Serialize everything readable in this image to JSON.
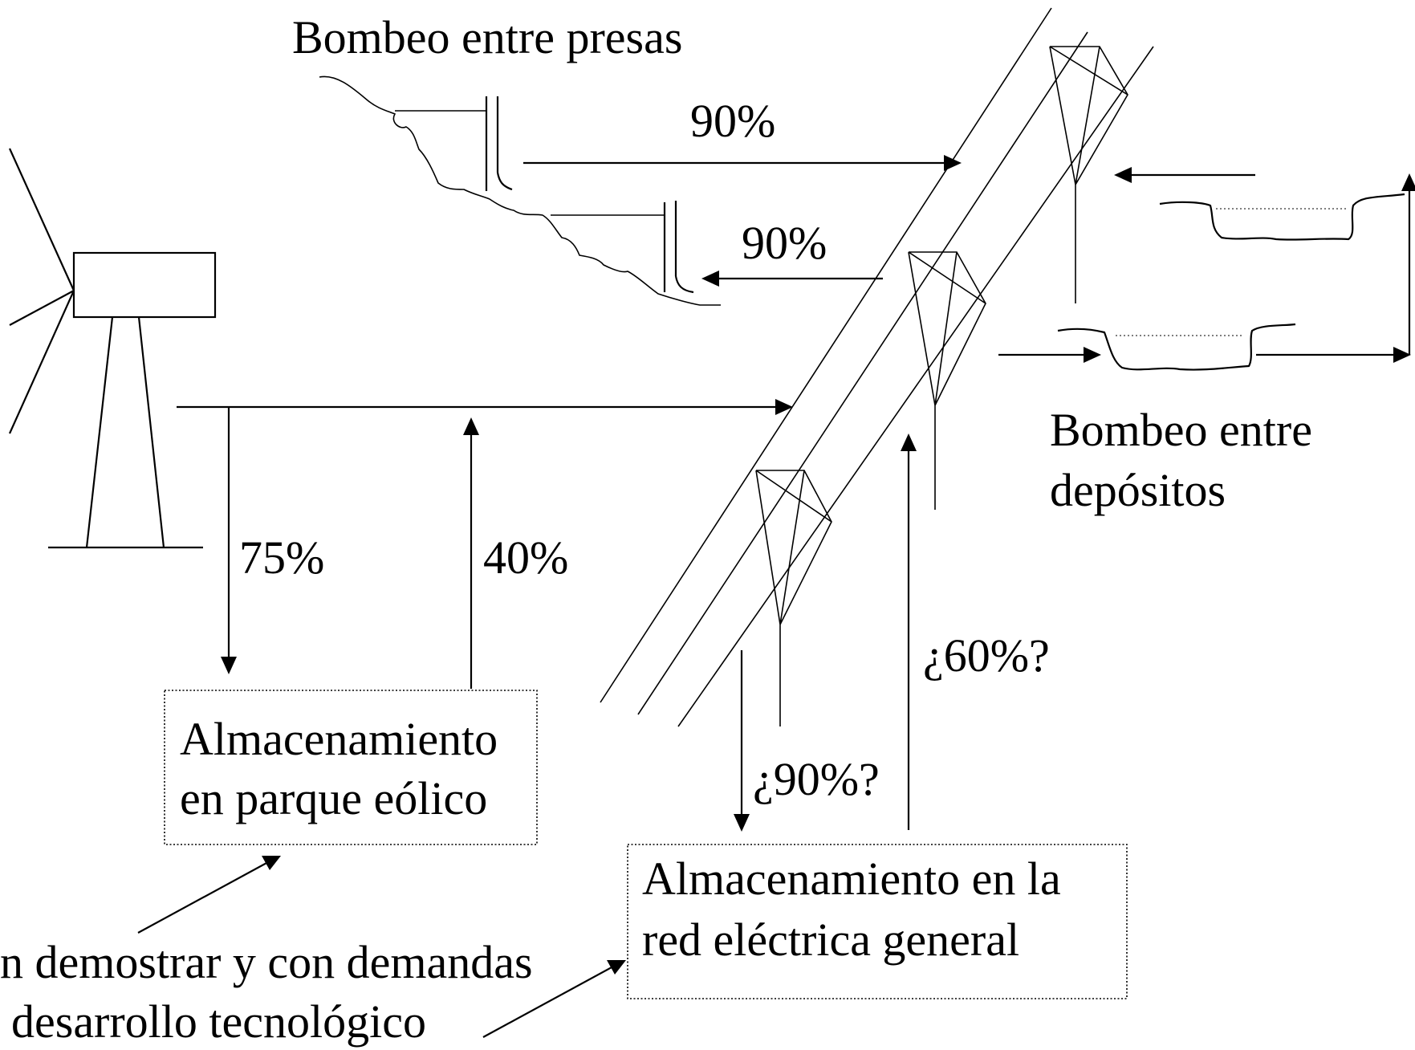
{
  "labels": {
    "dams_pumping": "Bombeo entre presas",
    "tanks_pumping_line1": "Bombeo entre",
    "tanks_pumping_line2": "depósitos",
    "pct_dam_upper": "90%",
    "pct_dam_lower": "90%",
    "pct_wind_down": "75%",
    "pct_wind_up": "40%",
    "pct_grid_down": "¿90%?",
    "pct_grid_up": "¿60%?",
    "windfarm_box_line1": "Almacenamiento",
    "windfarm_box_line2": "en parque eólico",
    "grid_box_line1": "Almacenamiento en la",
    "grid_box_line2": "red eléctrica general",
    "note_line1": "n demostrar y con demandas",
    "note_line2": "desarrollo tecnológico"
  }
}
